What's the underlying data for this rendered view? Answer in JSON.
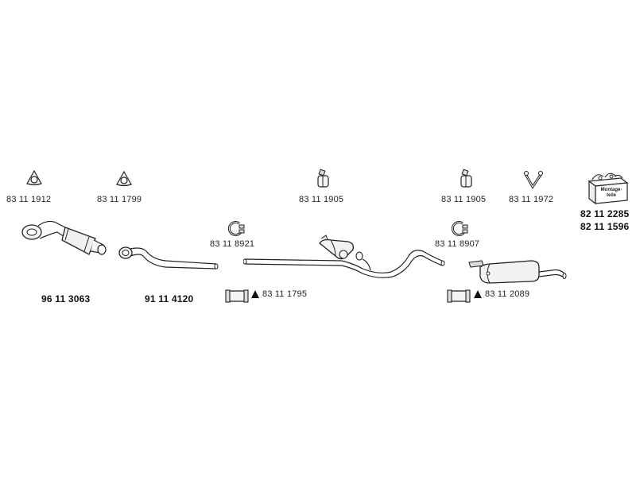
{
  "parts": {
    "gasket_left": "83 11 1912",
    "gasket_mid": "83 11 1799",
    "hanger_center": "83 11 1905",
    "hanger_right": "83 11 1905",
    "hanger_v": "83 11 1972",
    "montage_kit_top": "82 11 2285",
    "montage_kit_bottom": "82 11 1596",
    "montage_kit_box_text": "Montage-teile",
    "clamp_left": "83 11 8921",
    "clamp_right": "83 11 8907",
    "catalyst": "96 11 3063",
    "front_pipe": "91 11 4120",
    "sleeve_left": "83 11 1795",
    "sleeve_right": "83 11 2089"
  }
}
